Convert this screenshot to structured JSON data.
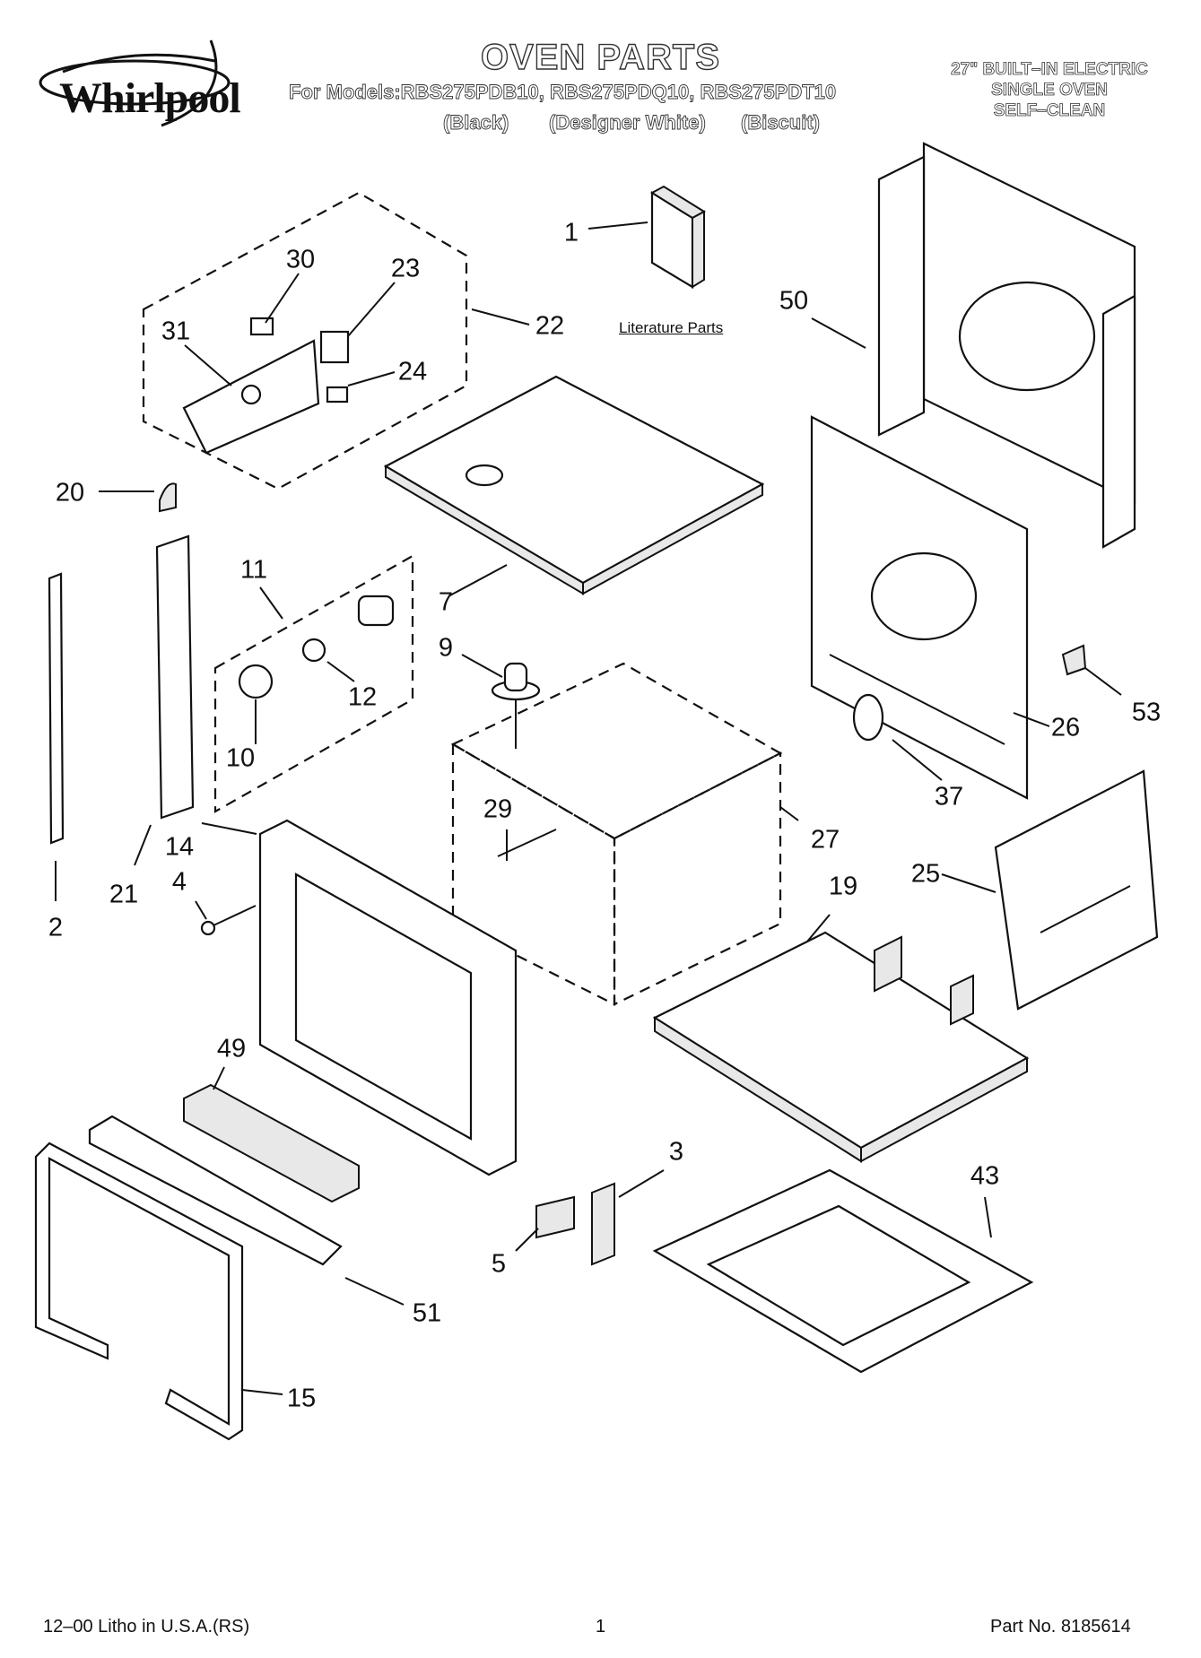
{
  "brand": "Whirlpool",
  "header": {
    "title": "OVEN PARTS",
    "models_line": "For Models:RBS275PDB10, RBS275PDQ10, RBS275PDT10",
    "colors": [
      "(Black)",
      "(Designer White)",
      "(Biscuit)"
    ],
    "product_lines": [
      "27\" BUILT–IN ELECTRIC",
      "SINGLE OVEN",
      "SELF–CLEAN"
    ]
  },
  "literature_label": "Literature Parts",
  "callouts": {
    "c1": "1",
    "c2": "2",
    "c3": "3",
    "c4": "4",
    "c5": "5",
    "c7": "7",
    "c9": "9",
    "c10": "10",
    "c11": "11",
    "c12": "12",
    "c14": "14",
    "c15": "15",
    "c19": "19",
    "c20": "20",
    "c21": "21",
    "c22": "22",
    "c23": "23",
    "c24": "24",
    "c25": "25",
    "c26": "26",
    "c27": "27",
    "c29": "29",
    "c30": "30",
    "c31": "31",
    "c37": "37",
    "c43": "43",
    "c49": "49",
    "c50": "50",
    "c51": "51",
    "c53": "53"
  },
  "footer": {
    "litho": "12–00 Litho in U.S.A.(RS)",
    "page": "1",
    "part_no": "Part No. 8185614"
  }
}
